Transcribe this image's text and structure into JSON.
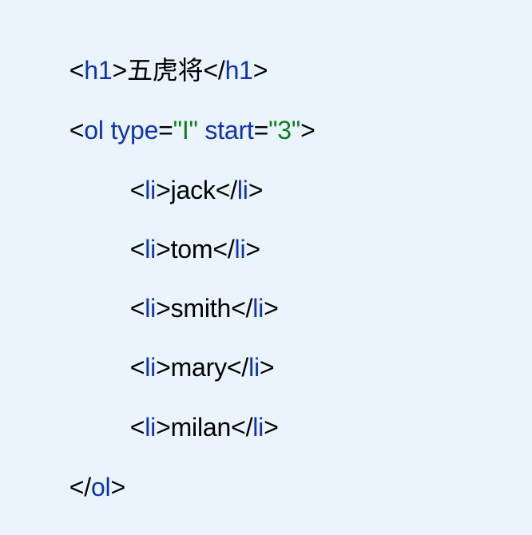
{
  "document": {
    "lines": [
      {
        "tokens": [
          {
            "text": "<",
            "kind": "punct"
          },
          {
            "text": "h1",
            "kind": "tag"
          },
          {
            "text": ">",
            "kind": "punct"
          },
          {
            "text": "五虎将",
            "kind": "text"
          },
          {
            "text": "</",
            "kind": "punct"
          },
          {
            "text": "h1",
            "kind": "tag"
          },
          {
            "text": ">",
            "kind": "punct"
          }
        ]
      },
      {
        "tokens": [
          {
            "text": "<",
            "kind": "punct"
          },
          {
            "text": "ol",
            "kind": "tag"
          },
          {
            "text": " ",
            "kind": "text"
          },
          {
            "text": "type",
            "kind": "attr"
          },
          {
            "text": "=",
            "kind": "punct"
          },
          {
            "text": "\"I\"",
            "kind": "value"
          },
          {
            "text": " ",
            "kind": "text"
          },
          {
            "text": "start",
            "kind": "attr"
          },
          {
            "text": "=",
            "kind": "punct"
          },
          {
            "text": "\"3\"",
            "kind": "value"
          },
          {
            "text": ">",
            "kind": "punct"
          }
        ]
      },
      {
        "tokens": [
          {
            "text": "<",
            "kind": "punct"
          },
          {
            "text": "li",
            "kind": "tag"
          },
          {
            "text": ">",
            "kind": "punct"
          },
          {
            "text": "jack",
            "kind": "text"
          },
          {
            "text": "</",
            "kind": "punct"
          },
          {
            "text": "li",
            "kind": "tag"
          },
          {
            "text": ">",
            "kind": "punct"
          }
        ]
      },
      {
        "tokens": [
          {
            "text": "<",
            "kind": "punct"
          },
          {
            "text": "li",
            "kind": "tag"
          },
          {
            "text": ">",
            "kind": "punct"
          },
          {
            "text": "tom",
            "kind": "text"
          },
          {
            "text": "</",
            "kind": "punct"
          },
          {
            "text": "li",
            "kind": "tag"
          },
          {
            "text": ">",
            "kind": "punct"
          }
        ]
      },
      {
        "tokens": [
          {
            "text": "<",
            "kind": "punct"
          },
          {
            "text": "li",
            "kind": "tag"
          },
          {
            "text": ">",
            "kind": "punct"
          },
          {
            "text": "smith",
            "kind": "text"
          },
          {
            "text": "</",
            "kind": "punct"
          },
          {
            "text": "li",
            "kind": "tag"
          },
          {
            "text": ">",
            "kind": "punct"
          }
        ]
      },
      {
        "tokens": [
          {
            "text": "<",
            "kind": "punct"
          },
          {
            "text": "li",
            "kind": "tag"
          },
          {
            "text": ">",
            "kind": "punct"
          },
          {
            "text": "mary",
            "kind": "text"
          },
          {
            "text": "</",
            "kind": "punct"
          },
          {
            "text": "li",
            "kind": "tag"
          },
          {
            "text": ">",
            "kind": "punct"
          }
        ]
      },
      {
        "tokens": [
          {
            "text": "<",
            "kind": "punct"
          },
          {
            "text": "li",
            "kind": "tag"
          },
          {
            "text": ">",
            "kind": "punct"
          },
          {
            "text": "milan",
            "kind": "text"
          },
          {
            "text": "</",
            "kind": "punct"
          },
          {
            "text": "li",
            "kind": "tag"
          },
          {
            "text": ">",
            "kind": "punct"
          }
        ]
      },
      {
        "tokens": [
          {
            "text": "</",
            "kind": "punct"
          },
          {
            "text": "ol",
            "kind": "tag"
          },
          {
            "text": ">",
            "kind": "punct"
          }
        ]
      }
    ]
  },
  "colors": {
    "background": "#eaf4fd",
    "tag": "#1133aa",
    "value": "#0b7d1c",
    "text": "#000000"
  }
}
